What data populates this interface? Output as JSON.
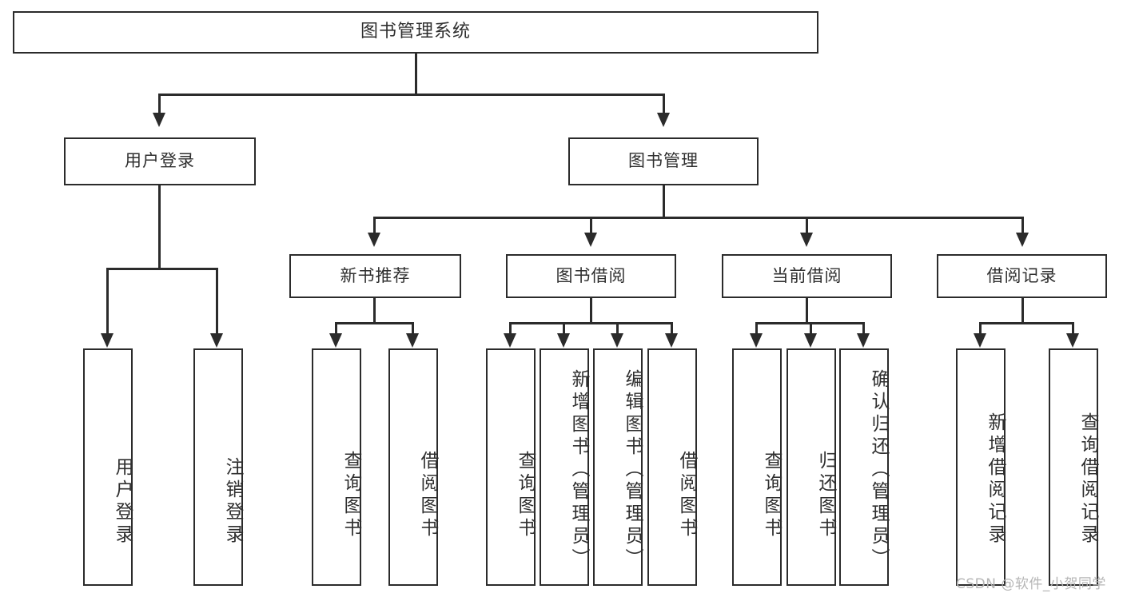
{
  "diagram": {
    "type": "tree",
    "title": "图书管理系统",
    "root": {
      "label": "图书管理系统"
    },
    "level2": [
      {
        "label": "用户登录"
      },
      {
        "label": "图书管理"
      }
    ],
    "level3": [
      {
        "label": "新书推荐"
      },
      {
        "label": "图书借阅"
      },
      {
        "label": "当前借阅"
      },
      {
        "label": "借阅记录"
      }
    ],
    "leaves": {
      "user_login": [
        {
          "label": "用户登录"
        },
        {
          "label": "注销登录"
        }
      ],
      "new_book_recommend": [
        {
          "label": "查询图书"
        },
        {
          "label": "借阅图书"
        }
      ],
      "book_borrow": [
        {
          "label": "查询图书"
        },
        {
          "label": "新增图书（管理员）"
        },
        {
          "label": "编辑图书（管理员）"
        },
        {
          "label": "借阅图书"
        }
      ],
      "current_borrow": [
        {
          "label": "查询图书"
        },
        {
          "label": "归还图书"
        },
        {
          "label": "确认归还（管理员）"
        }
      ],
      "borrow_record": [
        {
          "label": "新增借阅记录"
        },
        {
          "label": "查询借阅记录"
        }
      ]
    }
  },
  "watermark": {
    "text": "CSDN @软件_小贺同学"
  },
  "colors": {
    "background": "#ffffff",
    "stroke": "#2b2b2b",
    "text": "#2f2f2f",
    "watermark": "#b6b6b6"
  }
}
